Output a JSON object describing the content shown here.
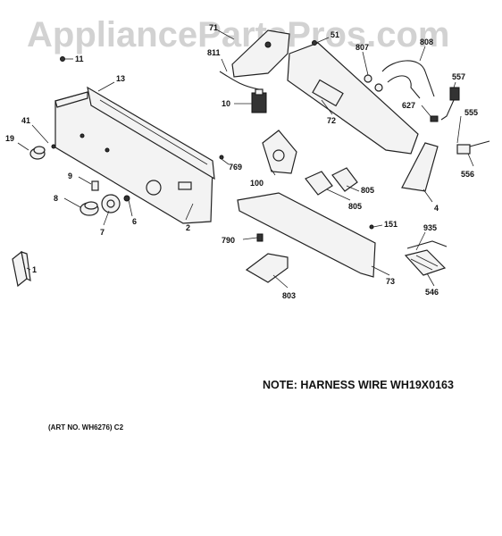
{
  "watermark": "AppliancePartsPros.com",
  "note": "NOTE: HARNESS WIRE WH19X0163",
  "art_no": "(ART NO. WH6276) C2",
  "callouts": [
    "71",
    "51",
    "807",
    "808",
    "11",
    "811",
    "13",
    "557",
    "10",
    "627",
    "555",
    "41",
    "72",
    "19",
    "769",
    "556",
    "100",
    "9",
    "805",
    "8",
    "6",
    "4",
    "805",
    "7",
    "2",
    "151",
    "935",
    "790",
    "1",
    "73",
    "803",
    "546"
  ]
}
